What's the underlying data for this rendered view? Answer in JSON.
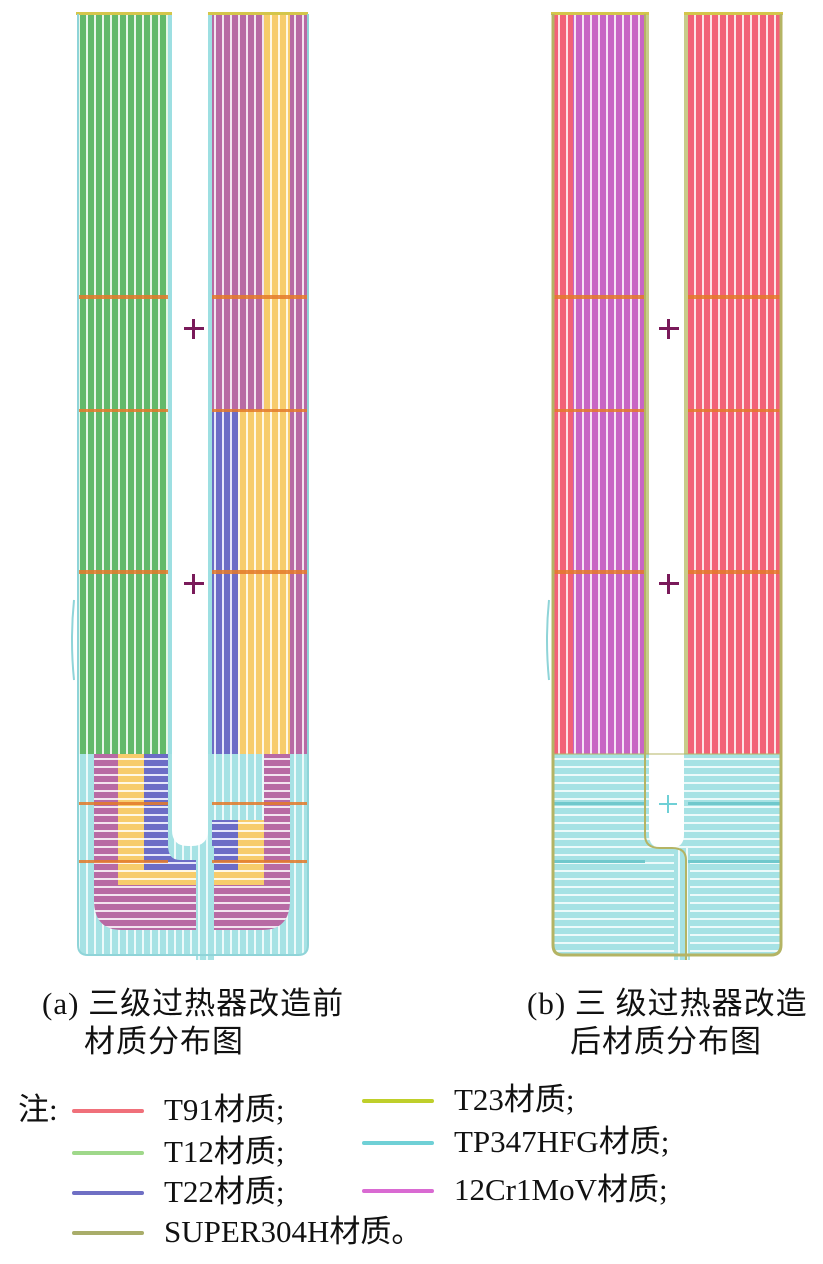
{
  "captions": {
    "a_line1": "(a) 三级过热器改造前",
    "a_line2": "材质分布图",
    "b_line1": "(b) 三 级过热器改造",
    "b_line2": "后材质分布图"
  },
  "legend": {
    "prefix": "注:",
    "items": [
      {
        "label": "T91材质;",
        "color": "#f0707a"
      },
      {
        "label": "T12材质;",
        "color": "#9fd88a"
      },
      {
        "label": "T22材质;",
        "color": "#6f6fc4"
      },
      {
        "label": "SUPER304H材质。",
        "color": "#a9ad6a"
      },
      {
        "label": "T23材质;",
        "color": "#bfcf2a"
      },
      {
        "label": "TP347HFG材质;",
        "color": "#6fd0d6"
      },
      {
        "label": "12Cr1MoV材质;",
        "color": "#d96ad2"
      }
    ]
  },
  "colors": {
    "t91": "#f26277",
    "t12_green": "#63b96a",
    "t22": "#6c6cc6",
    "super304h": "#b4b464",
    "t23_yellow": "#f7cc6b",
    "tp347hfg": "#a6e2e4",
    "cr12": "#b86aa4",
    "cr12_b": "#c865c4",
    "orange": "#f07a18",
    "marker": "#7a1a5a"
  }
}
